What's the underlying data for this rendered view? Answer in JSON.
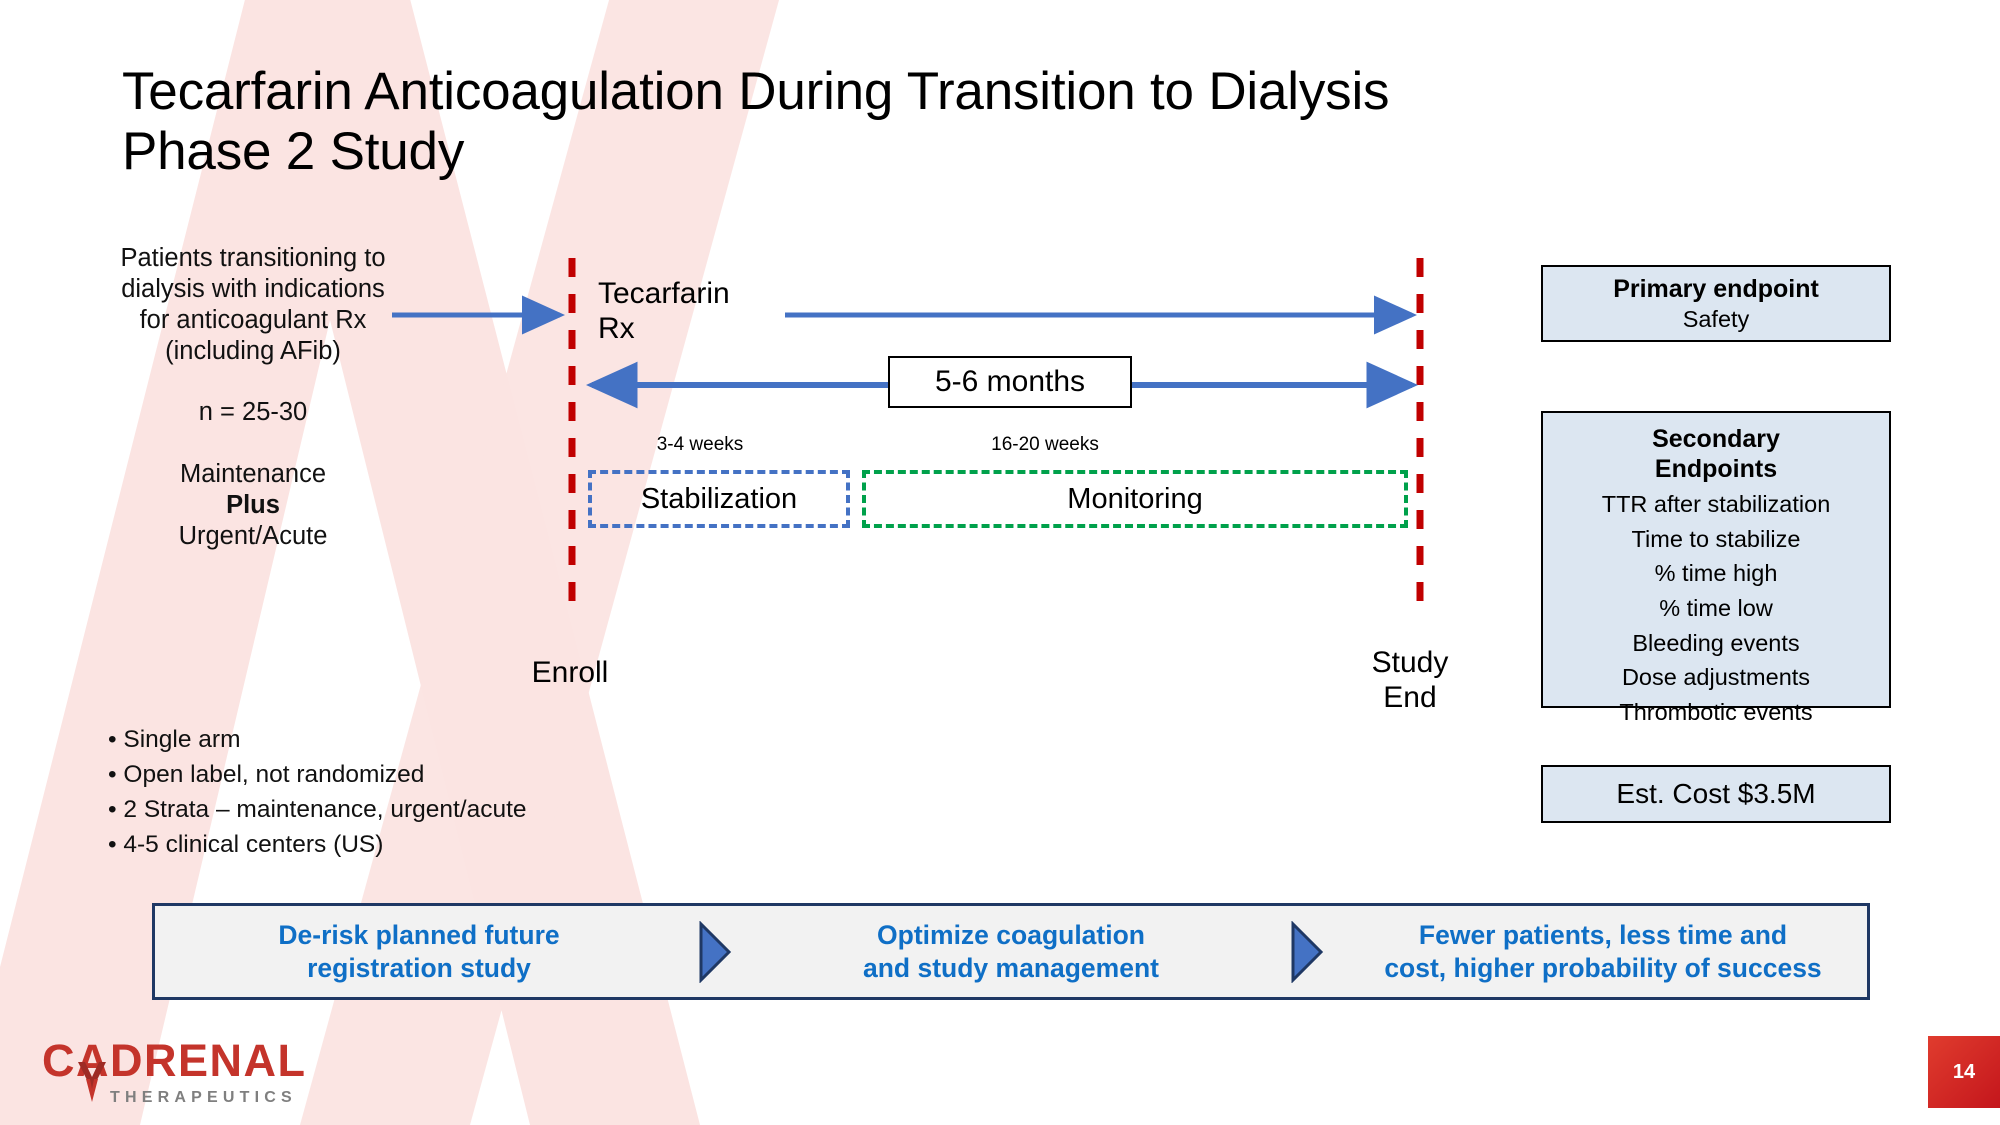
{
  "slide": {
    "title": "Tecarfarin Anticoagulation During Transition to Dialysis Phase 2 Study",
    "title_line1": "Tecarfarin Anticoagulation During Transition to Dialysis",
    "title_line2": "Phase 2 Study",
    "page_number": "14"
  },
  "population": {
    "description": "Patients transitioning to dialysis with indications for anticoagulant Rx (including AFib)",
    "sample_size": "n = 25-30",
    "strata_line1": "Maintenance",
    "strata_line2": "Plus",
    "strata_line3": "Urgent/Acute"
  },
  "design_bullets": [
    "• Single arm",
    "• Open label, not randomized",
    "• 2 Strata – maintenance, urgent/acute",
    "• 4-5 clinical centers (US)"
  ],
  "timeline": {
    "treatment_label_line1": "Tecarfarin",
    "treatment_label_line2": "Rx",
    "duration_badge": "5-6 months",
    "start_label": "Enroll",
    "end_label_line1": "Study",
    "end_label_line2": "End",
    "phases": [
      {
        "name": "Stabilization",
        "duration": "3-4 weeks",
        "color": "#4472C4"
      },
      {
        "name": "Monitoring",
        "duration": "16-20 weeks",
        "color": "#00A14B"
      }
    ],
    "boundary_color": "#C00000",
    "arrow_color": "#4472C4"
  },
  "endpoints": {
    "primary": {
      "heading": "Primary endpoint",
      "body": "Safety"
    },
    "secondary": {
      "heading_line1": "Secondary",
      "heading_line2": "Endpoints",
      "items": [
        "TTR after stabilization",
        "Time to stabilize",
        "% time high",
        "% time low",
        "Bleeding events",
        "Dose adjustments",
        "Thrombotic events"
      ]
    },
    "cost": "Est. Cost $3.5M",
    "box_fill": "#DCE6F1"
  },
  "value_banner": {
    "items": [
      "De-risk planned future registration study",
      "Optimize coagulation and study management",
      "Fewer patients, less time and cost, higher probability of success"
    ],
    "item1_line1": "De-risk planned future",
    "item1_line2": "registration study",
    "item2_line1": "Optimize coagulation",
    "item2_line2": "and study management",
    "item3_line1": "Fewer patients, less time and",
    "item3_line2": "cost, higher probability of success",
    "text_color": "#0F6FC6",
    "border_color": "#1F3864"
  },
  "branding": {
    "company": "CADRENAL",
    "tagline": "THERAPEUTICS",
    "logo_red": "#C4342B",
    "logo_gray": "#7F7F7F"
  }
}
